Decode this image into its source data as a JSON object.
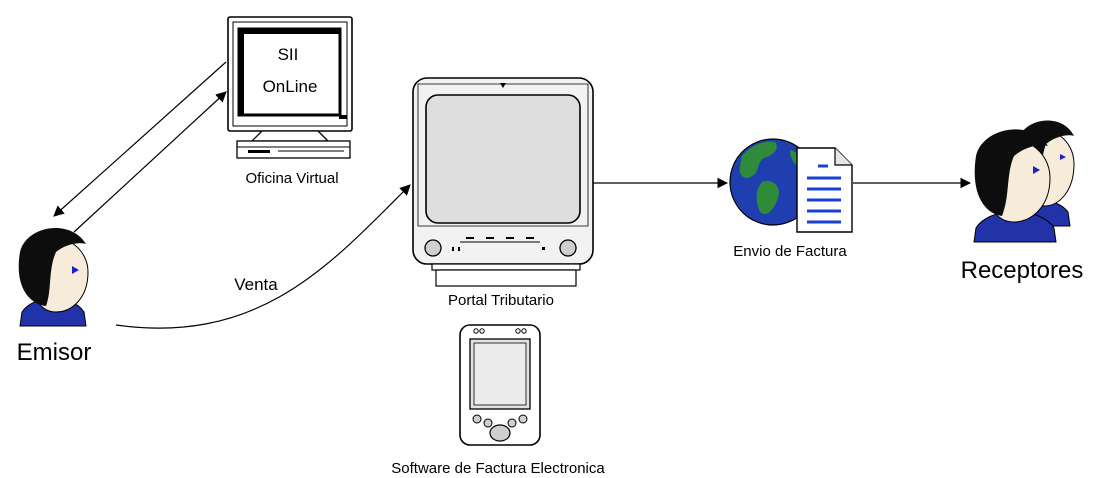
{
  "diagram": {
    "monitor_screen": {
      "line1": "SII",
      "line2": "OnLine"
    },
    "labels": {
      "oficina_virtual": "Oficina Virtual",
      "portal_tributario": "Portal Tributario",
      "software": "Software de Factura Electronica",
      "envio": "Envio de Factura",
      "emisor": "Emisor",
      "receptores": "Receptores",
      "venta": "Venta"
    },
    "colors": {
      "stroke": "#000000",
      "hair": "#0d0d0d",
      "skin": "#f7ecd9",
      "shirt": "#2233aa",
      "eye": "#1a22cc",
      "ocean": "#1f3fb0",
      "land": "#2f8a3a",
      "doc_lines": "#1a3fd6",
      "device_face": "#f2f2f2",
      "screen": "#dedede"
    }
  }
}
